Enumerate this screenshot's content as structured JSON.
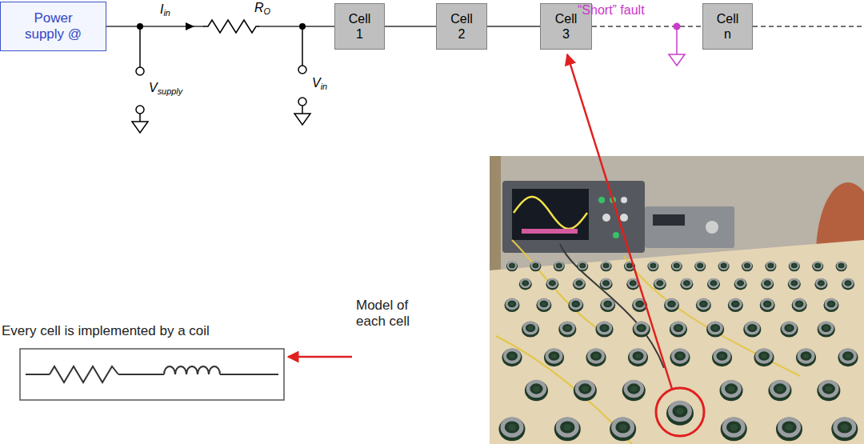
{
  "diagram": {
    "nodes": [
      {
        "text": [
          "Power supply @"
        ]
      },
      {
        "text": [
          "Cell 1"
        ]
      },
      {
        "text": [
          "Cell 2"
        ]
      },
      {
        "text": [
          "Cell 3"
        ]
      },
      {
        "text": [
          "Cell n"
        ]
      }
    ],
    "edges": [
      {
        "from": 0,
        "to": 1,
        "arrow": "none"
      },
      {
        "from": 1,
        "to": 2,
        "arrow": "none"
      },
      {
        "from": 2,
        "to": 3,
        "arrow": "none"
      },
      {
        "from": 3,
        "to": 4,
        "arrow": "none"
      }
    ],
    "labels": [
      "Iin",
      "RO",
      "Vsupply",
      "Vin",
      "“Short” fault",
      "Every cell is implemented by a coil",
      "Model of each cell"
    ]
  }
}
